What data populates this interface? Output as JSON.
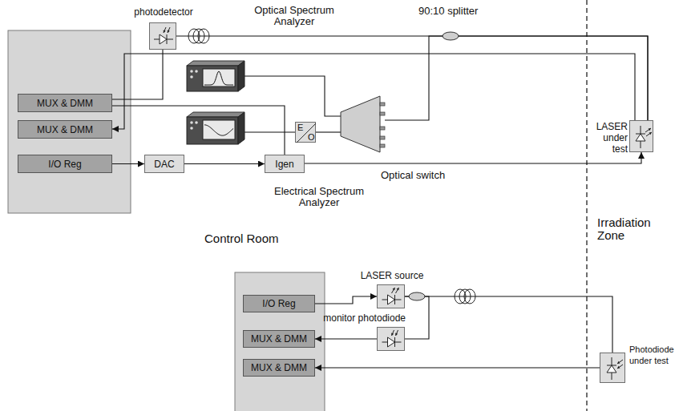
{
  "diagram": {
    "nodes": [
      {
        "text": [
          "MUX & DMM"
        ]
      },
      {
        "text": [
          "MUX & DMM"
        ]
      },
      {
        "text": [
          "I/O Reg"
        ]
      },
      {
        "text": [
          "DAC"
        ]
      },
      {
        "text": [
          "Igen"
        ]
      },
      {
        "text": [
          "photodetector"
        ]
      },
      {
        "text": [
          "Optical Spectrum Analyzer"
        ]
      },
      {
        "text": [
          "E",
          "O"
        ]
      },
      {
        "text": [
          "Electrical Spectrum Analyzer"
        ]
      },
      {
        "text": [
          "Optical switch"
        ]
      },
      {
        "text": [
          "LASER under test"
        ]
      },
      {
        "text": [
          "I/O Reg"
        ]
      },
      {
        "text": [
          "MUX & DMM"
        ]
      },
      {
        "text": [
          "MUX & DMM"
        ]
      },
      {
        "text": [
          "LASER source"
        ]
      },
      {
        "text": [
          "monitor photodiode"
        ]
      },
      {
        "text": [
          "Photodiode under test"
        ]
      }
    ],
    "edges": [
      {
        "from": 5,
        "to": 0,
        "arrow": "none"
      },
      {
        "from": 10,
        "to": 5,
        "arrow": "none"
      },
      {
        "from": 10,
        "to": 9,
        "arrow": "none"
      },
      {
        "from": 9,
        "to": 6,
        "arrow": "none"
      },
      {
        "from": 9,
        "to": 7,
        "arrow": "none"
      },
      {
        "from": 7,
        "to": 8,
        "arrow": "none"
      },
      {
        "from": 2,
        "to": 3,
        "arrow": "to"
      },
      {
        "from": 3,
        "to": 4,
        "arrow": "to"
      },
      {
        "from": 4,
        "to": 10,
        "arrow": "to"
      },
      {
        "from": 10,
        "to": 1,
        "arrow": "to"
      },
      {
        "from": 4,
        "to": 0,
        "arrow": "none"
      },
      {
        "from": 11,
        "to": 14,
        "arrow": "to"
      },
      {
        "from": 14,
        "to": 15,
        "arrow": "none"
      },
      {
        "from": 14,
        "to": 16,
        "arrow": "none"
      },
      {
        "from": 15,
        "to": 12,
        "arrow": "to"
      },
      {
        "from": 16,
        "to": 13,
        "arrow": "to"
      }
    ],
    "labels": [
      "90:10 splitter",
      "Control Room",
      "Irradiation Zone"
    ]
  }
}
